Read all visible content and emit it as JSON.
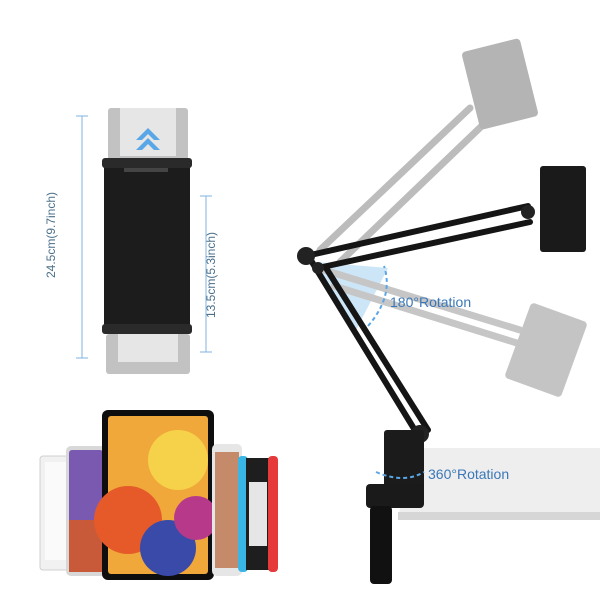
{
  "dimensions": {
    "max_height_label": "24.5cm(9.7inch)",
    "min_height_label": "13.5cm(5.3inch)"
  },
  "rotation": {
    "tilt_label": "180°Rotation",
    "swivel_label": "360°Rotation"
  },
  "colors": {
    "holder_black": "#1c1c1c",
    "ghost_gray": "#b4b4b4",
    "dimension_line": "#7fb6e0",
    "rotation_text": "#3a78b8",
    "arrow_blue": "#5aa6e6"
  }
}
